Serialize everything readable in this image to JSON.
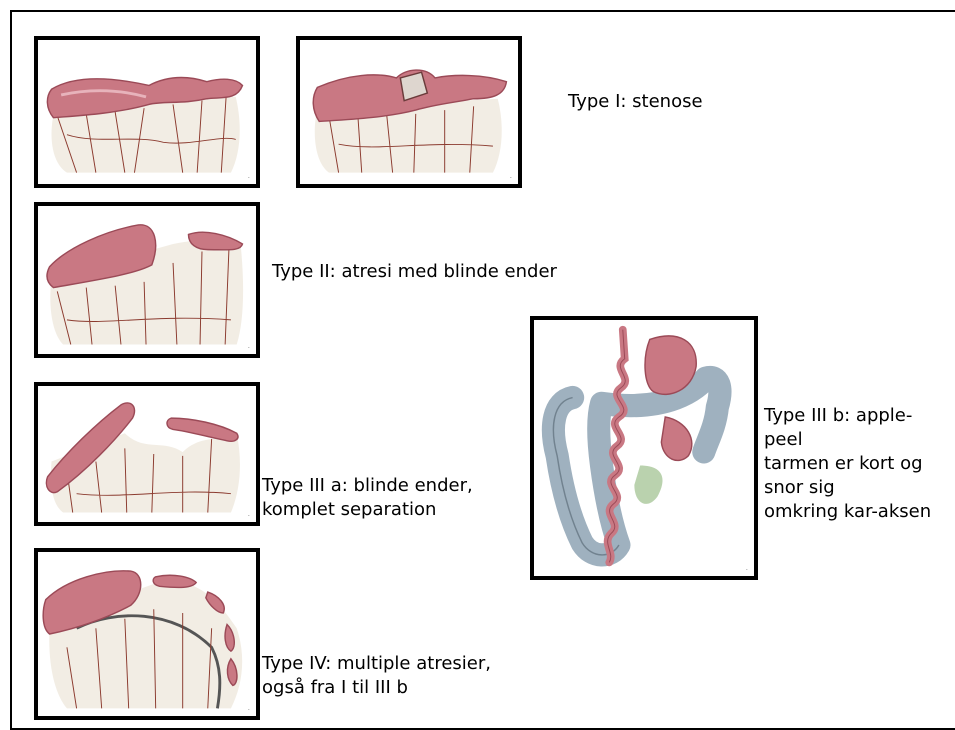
{
  "labels": {
    "type1": "Type I: stenose",
    "type2": "Type II: atresi med blinde ender",
    "type3a_line1": "Type III a: blinde ender,",
    "type3a_line2": "komplet separation",
    "type4_line1": "Type IV: multiple atresier,",
    "type4_line2": "også fra I til III b",
    "type3b_line1": "Type III b: apple-",
    "type3b_line2": "peel",
    "type3b_line3": "tarmen er kort og",
    "type3b_line4": "snor sig",
    "type3b_line5": "omkring kar-aksen"
  },
  "colors": {
    "bowel": "#c97883",
    "bowel_dark": "#9b4a57",
    "vessel": "#8b3a2e",
    "mesentery": "#ece6d8",
    "colon": "#9fb1bf",
    "green": "#a9c79a"
  }
}
